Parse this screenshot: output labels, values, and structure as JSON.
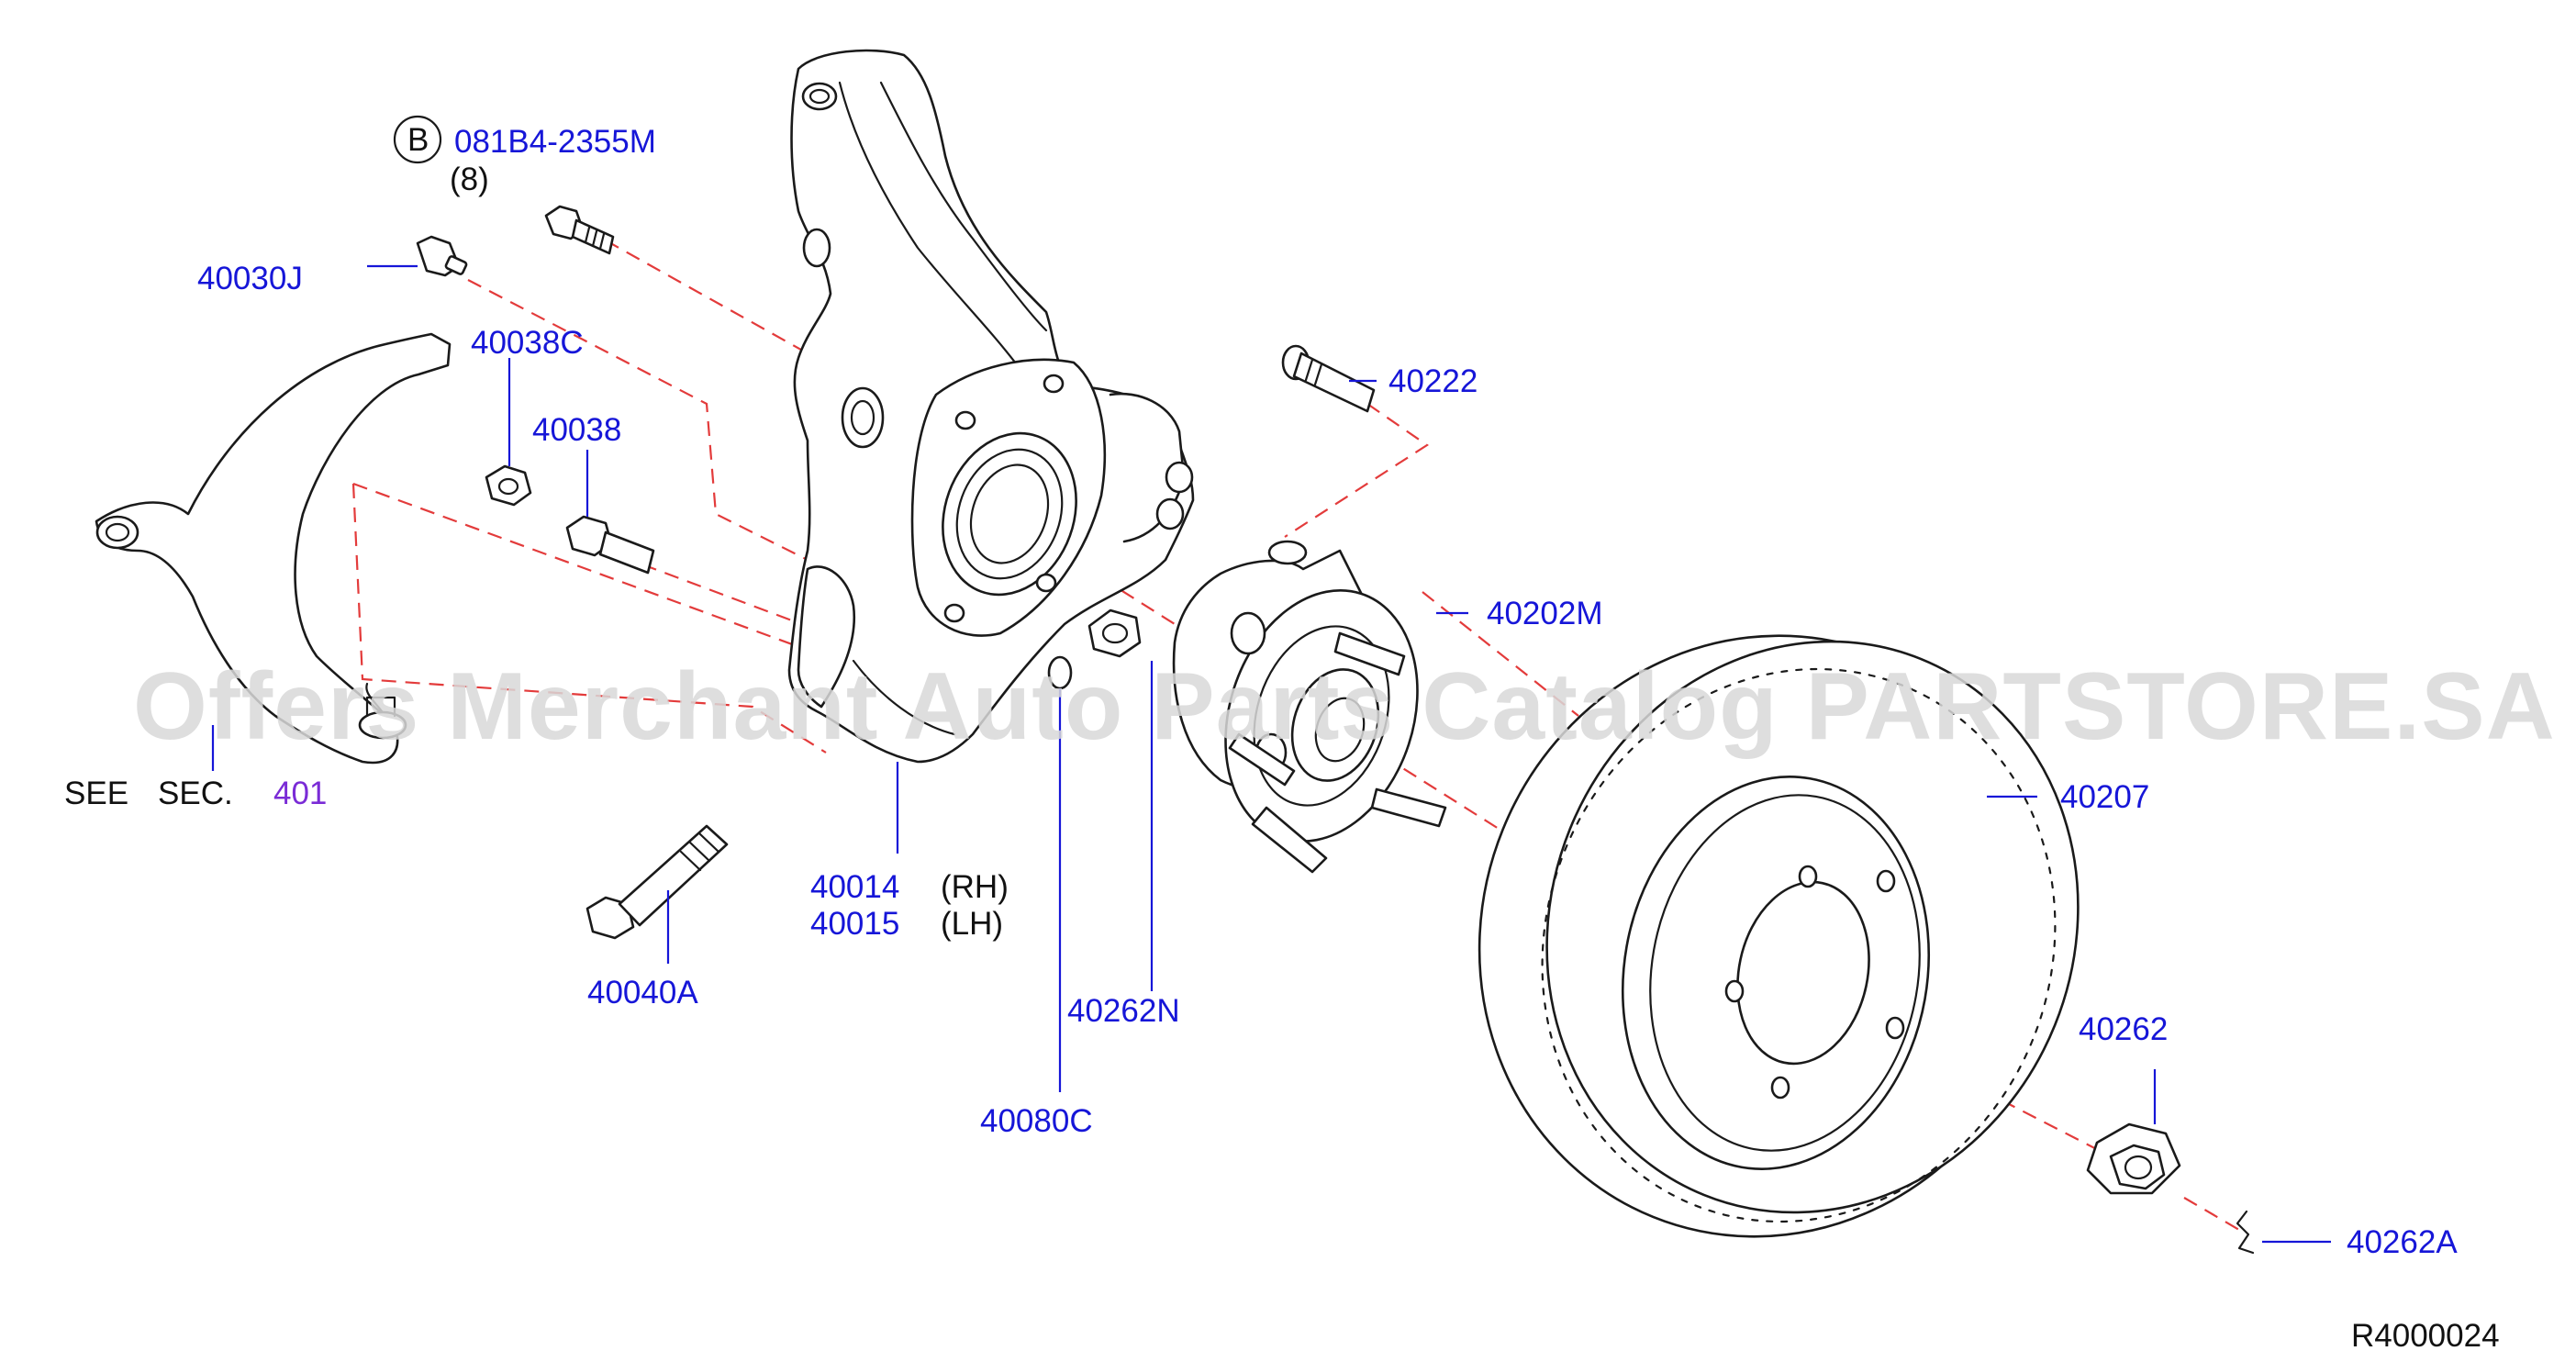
{
  "watermark": "Offers Merchant Auto Parts Catalog PARTSTORE.SA",
  "diagram_id": "R4000024",
  "colors": {
    "part_number": "#1616d8",
    "reference": "#7a2bd6",
    "text": "#111111",
    "axis_line": "#e33b3b",
    "watermark": "#d9d9d9"
  },
  "callouts": {
    "bolt_b": {
      "circle_letter": "B",
      "part_number": "081B4-2355M",
      "quantity": "(8)"
    },
    "p40030J": "40030J",
    "p40038C": "40038C",
    "p40038": "40038",
    "see_sec": {
      "see": "SEE",
      "sec": "SEC.",
      "ref": "401"
    },
    "p40040A": "40040A",
    "p40014": {
      "part_number": "40014",
      "side": "(RH)"
    },
    "p40015": {
      "part_number": "40015",
      "side": "(LH)"
    },
    "p40080C": "40080C",
    "p40262N": "40262N",
    "p40222": "40222",
    "p40202M": "40202M",
    "p40207": "40207",
    "p40262": "40262",
    "p40262A": "40262A"
  }
}
